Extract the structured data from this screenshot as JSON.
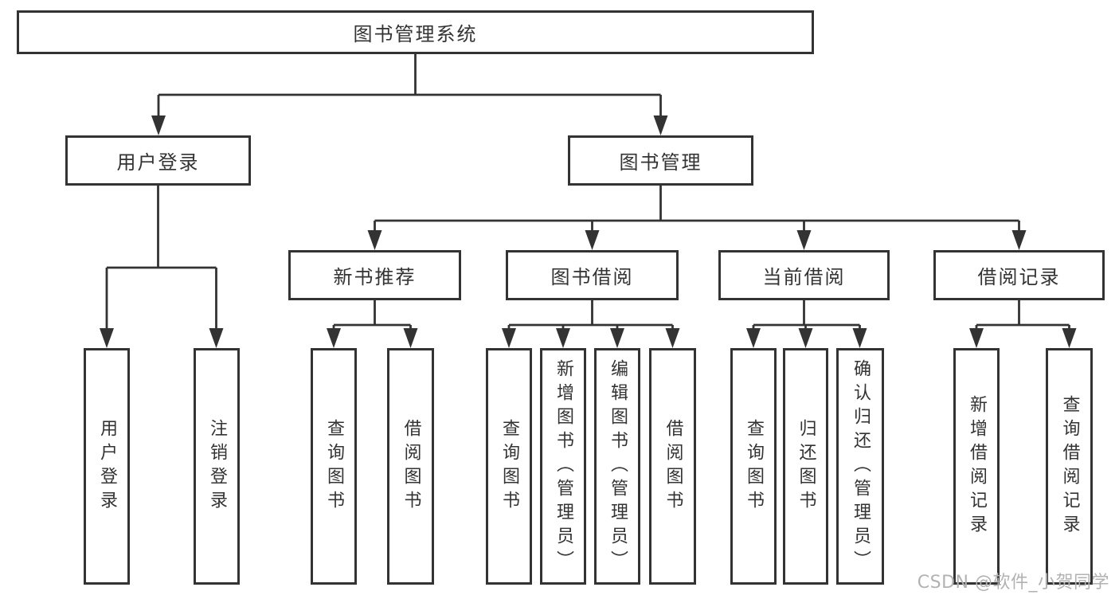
{
  "root": {
    "label": "图书管理系统"
  },
  "level2": {
    "user_login": "用户登录",
    "book_management": "图书管理"
  },
  "level3": {
    "new_book_recommend": "新书推荐",
    "book_borrow": "图书借阅",
    "current_borrow": "当前借阅",
    "borrow_record": "借阅记录"
  },
  "leaves": {
    "user_login": [
      "用户登录",
      "注销登录"
    ],
    "new_book_recommend": [
      "查询图书",
      "借阅图书"
    ],
    "book_borrow": [
      "查询图书",
      "新增图书（管理员）",
      "编辑图书（管理员）",
      "借阅图书"
    ],
    "current_borrow": [
      "查询图书",
      "归还图书",
      "确认归还（管理员）"
    ],
    "borrow_record": [
      "新增借阅记录",
      "查询借阅记录"
    ]
  },
  "watermark": "CSDN @软件_小贺同学",
  "colors": {
    "line": "#333333",
    "text": "#333333",
    "watermark": "#b2b2b2",
    "background": "#ffffff"
  }
}
